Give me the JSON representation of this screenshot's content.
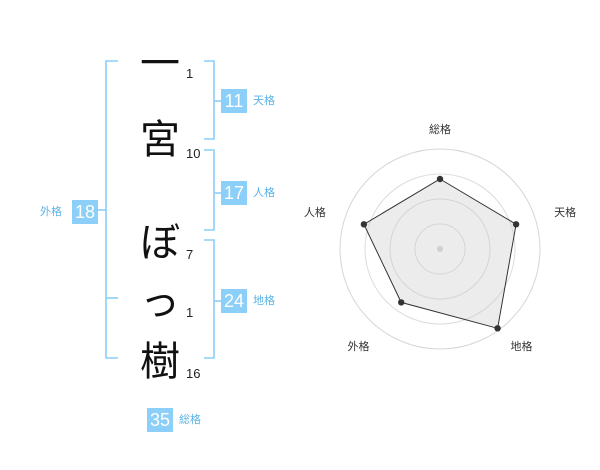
{
  "name": {
    "characters": [
      {
        "char": "一",
        "strokes": "1"
      },
      {
        "char": "宮",
        "strokes": "10"
      },
      {
        "char": "ぼ",
        "strokes": "7"
      },
      {
        "char": "っ",
        "strokes": "1"
      },
      {
        "char": "樹",
        "strokes": "16"
      }
    ]
  },
  "fortune": {
    "tenkaku": {
      "label": "天格",
      "value": "11"
    },
    "jinkaku": {
      "label": "人格",
      "value": "17"
    },
    "chikaku": {
      "label": "地格",
      "value": "24"
    },
    "gaikaku": {
      "label": "外格",
      "value": "18"
    },
    "soukaku": {
      "label": "総格",
      "value": "35"
    }
  },
  "colors": {
    "accent": "#8ccff8",
    "label": "#5bb2e6",
    "bracket": "#8ccff8"
  },
  "chart_data": {
    "type": "radar",
    "axes": [
      "総格",
      "天格",
      "地格",
      "外格",
      "人格"
    ],
    "values": [
      0.7,
      0.8,
      0.98,
      0.66,
      0.8
    ],
    "rings": 4,
    "range": [
      0,
      1
    ]
  }
}
